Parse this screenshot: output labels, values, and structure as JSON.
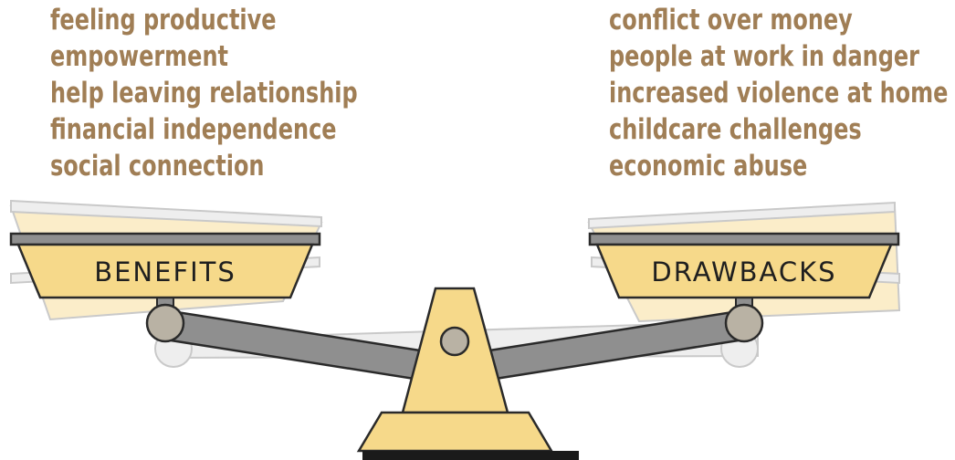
{
  "benefits": {
    "label": "BENEFITS",
    "items": [
      "feeling productive",
      "empowerment",
      "help leaving relationship",
      "financial independence",
      "social connection"
    ]
  },
  "drawbacks": {
    "label": "DRAWBACKS",
    "items": [
      "conflict over money",
      "people at work in danger",
      "increased violence at home",
      "childcare challenges",
      "economic abuse"
    ]
  },
  "colors": {
    "text": "#a07e55",
    "pan": "#f6d98a",
    "pan_ghost": "#fbedc9",
    "beam": "#8f8f8f",
    "outline": "#2a2a2a",
    "base": "#1a1a1a"
  }
}
